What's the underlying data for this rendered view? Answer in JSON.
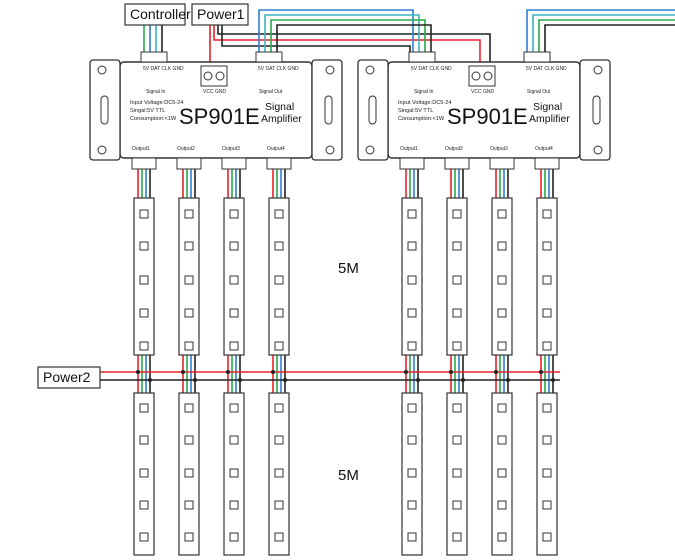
{
  "labels": {
    "controller": "Controller",
    "power1": "Power1",
    "power2": "Power2",
    "length_top": "5M",
    "length_bottom": "5M"
  },
  "amplifier": {
    "model": "SP901E",
    "title_line1": "Signal",
    "title_line2": "Amplifier",
    "spec_line1": "Input Voltage:DC5-24",
    "spec_line2": "Singal:5V TTL",
    "spec_line3": "Consumption:<1W",
    "power_label": "VCC GND",
    "signal_in_label": "Signal In",
    "signal_out_label": "Signal Out",
    "pin_labels": [
      "5V",
      "DAT",
      "CLK",
      "GND"
    ],
    "outputs": [
      "Output1",
      "Output2",
      "Output3",
      "Output4"
    ]
  },
  "colors": {
    "red_wire": "#e8232a",
    "black_wire": "#222222",
    "green_wire": "#2aa84a",
    "blue_wire": "#2f7fd6",
    "cyan_wire": "#3bb3c4",
    "outline": "#333333"
  }
}
